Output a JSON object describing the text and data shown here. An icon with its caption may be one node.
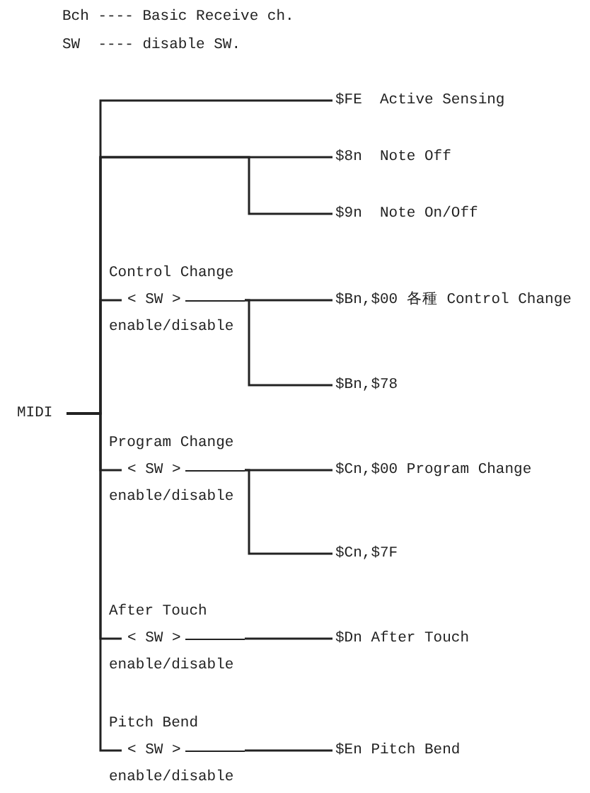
{
  "diagram": {
    "nodes": [
      {
        "text": [
          "MIDI"
        ]
      },
      {
        "text": [
          "$FE  Active Sensing"
        ]
      },
      {
        "text": [
          "$8n  Note Off"
        ]
      },
      {
        "text": [
          "$9n  Note On/Off"
        ]
      },
      {
        "text": [
          "Control Change",
          "< SW >",
          "enable/disable"
        ]
      },
      {
        "text": [
          "$Bn,$00 各種 Control Change"
        ]
      },
      {
        "text": [
          "$Bn,$78"
        ]
      },
      {
        "text": [
          "Program Change",
          "< SW >",
          "enable/disable"
        ]
      },
      {
        "text": [
          "$Cn,$00 Program Change"
        ]
      },
      {
        "text": [
          "$Cn,$7F"
        ]
      },
      {
        "text": [
          "After Touch",
          "< SW >",
          "enable/disable"
        ]
      },
      {
        "text": [
          "$Dn After Touch"
        ]
      },
      {
        "text": [
          "Pitch Bend",
          "< SW >",
          "enable/disable"
        ]
      },
      {
        "text": [
          "$En Pitch Bend"
        ]
      }
    ],
    "edges": [
      {
        "from": 0,
        "to": 1,
        "arrow": "none"
      },
      {
        "from": 0,
        "to": 2,
        "arrow": "none"
      },
      {
        "from": 0,
        "to": 3,
        "arrow": "none"
      },
      {
        "from": 0,
        "to": 4,
        "arrow": "none"
      },
      {
        "from": 4,
        "to": 5,
        "arrow": "none"
      },
      {
        "from": 4,
        "to": 6,
        "arrow": "none"
      },
      {
        "from": 0,
        "to": 7,
        "arrow": "none"
      },
      {
        "from": 7,
        "to": 8,
        "arrow": "none"
      },
      {
        "from": 7,
        "to": 9,
        "arrow": "none"
      },
      {
        "from": 0,
        "to": 10,
        "arrow": "none"
      },
      {
        "from": 10,
        "to": 11,
        "arrow": "none"
      },
      {
        "from": 0,
        "to": 12,
        "arrow": "none"
      },
      {
        "from": 12,
        "to": 13,
        "arrow": "none"
      }
    ],
    "labels": [
      "Bch ---- Basic Receive ch.",
      "SW  ---- disable SW."
    ]
  }
}
